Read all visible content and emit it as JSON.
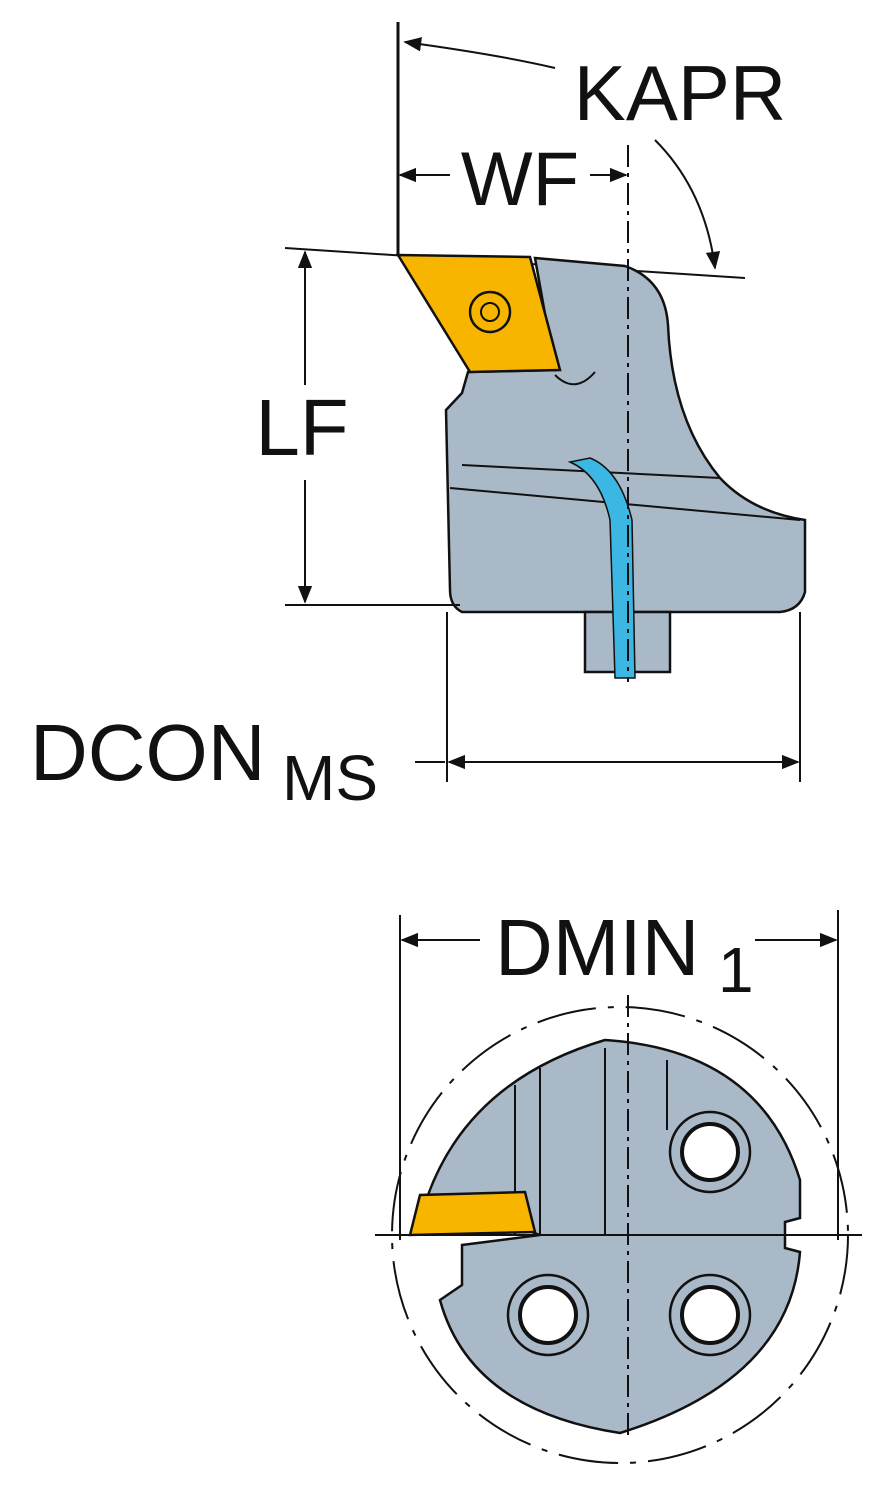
{
  "labels": {
    "kapr": "KAPR",
    "wf": "WF",
    "lf": "LF",
    "dcon": "DCON",
    "dcon_sub": "MS",
    "dmin": "DMIN",
    "dmin_sub": "1"
  },
  "colors": {
    "body": "#a9b9c7",
    "insert": "#f7b500",
    "coolant": "#3cb6e3",
    "line": "#111111"
  }
}
